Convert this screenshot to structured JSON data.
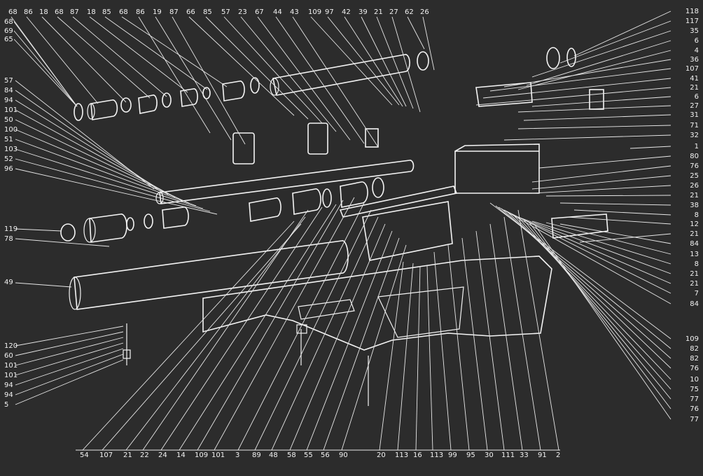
{
  "labels": {
    "top": [
      "68",
      "86",
      "18",
      "68",
      "87",
      "18",
      "85",
      "68",
      "86",
      "19",
      "87",
      "66",
      "85",
      "57",
      "23",
      "67",
      "44",
      "43",
      "109",
      "97",
      "42",
      "39",
      "21",
      "27",
      "62",
      "26"
    ],
    "top_left": [
      "68",
      "69",
      "65"
    ],
    "left_upper": [
      "57",
      "84",
      "94",
      "101",
      "50",
      "100",
      "51",
      "103",
      "52",
      "96"
    ],
    "left_mid": [
      "119",
      "78"
    ],
    "left_49": [
      "49"
    ],
    "left_lower": [
      "120",
      "60",
      "101",
      "101",
      "94",
      "94",
      "5"
    ],
    "right": [
      "118",
      "117",
      "35",
      "6",
      "4",
      "36",
      "107",
      "41",
      "21",
      "6",
      "27",
      "31",
      "71",
      "32",
      "1",
      "80",
      "76",
      "25",
      "26",
      "21",
      "38",
      "8",
      "12",
      "21",
      "84",
      "13",
      "8",
      "21",
      "21",
      "7",
      "84"
    ],
    "right_lower": [
      "109",
      "82",
      "82",
      "76",
      "10",
      "75",
      "77",
      "76",
      "77"
    ],
    "bottom": [
      "54",
      "107",
      "21",
      "22",
      "24",
      "14",
      "109",
      "101",
      "3",
      "89",
      "48",
      "58",
      "55",
      "56",
      "90",
      "20",
      "113",
      "16",
      "113",
      "99",
      "95",
      "30",
      "111",
      "33",
      "91",
      "2"
    ]
  }
}
